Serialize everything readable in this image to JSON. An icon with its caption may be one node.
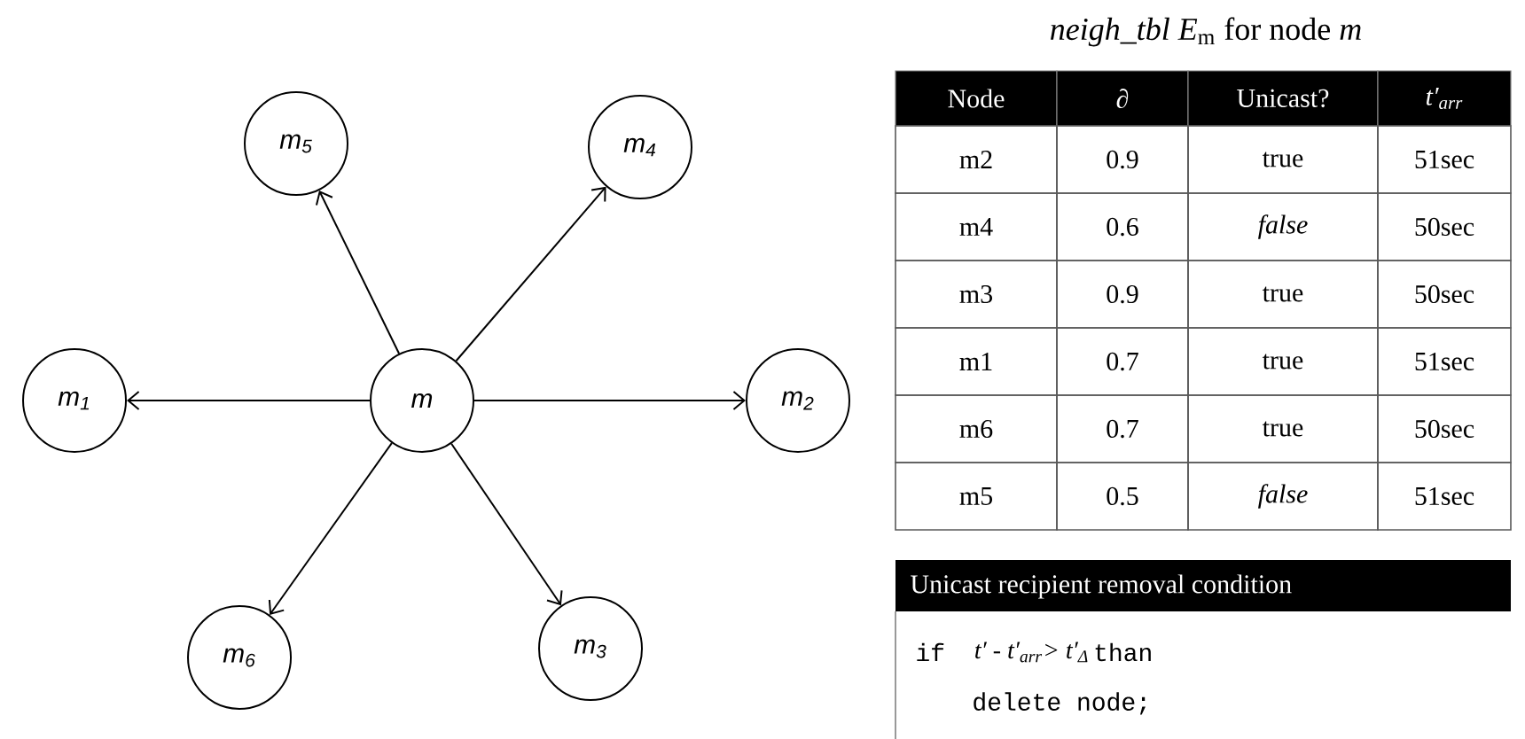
{
  "diagram": {
    "title": "*neigh_tbl E*$_{m}$ for node *m*",
    "nodes": [
      {
        "text": [
          "m$_{5}$"
        ]
      },
      {
        "text": [
          "m$_{4}$"
        ]
      },
      {
        "text": [
          "m$_{1}$"
        ]
      },
      {
        "text": [
          "m"
        ]
      },
      {
        "text": [
          "m$_{2}$"
        ]
      },
      {
        "text": [
          "m$_{6}$"
        ]
      },
      {
        "text": [
          "m$_{3}$"
        ]
      },
      {
        "text": [
          "Unicast recipient removal condition",
          "if",
          "t′ - t′$_{arr}$> t′$_{Δ}$",
          "than",
          "delete node;"
        ]
      }
    ],
    "edges": [
      {
        "from": 3,
        "to": 0,
        "arrow": "to"
      },
      {
        "from": 3,
        "to": 1,
        "arrow": "to"
      },
      {
        "from": 3,
        "to": 2,
        "arrow": "to"
      },
      {
        "from": 3,
        "to": 4,
        "arrow": "to"
      },
      {
        "from": 3,
        "to": 5,
        "arrow": "to"
      },
      {
        "from": 3,
        "to": 6,
        "arrow": "to"
      }
    ],
    "labels": [
      "Node",
      "∂",
      "Unicast?",
      "t′$_{arr}$",
      "m2",
      "0.9",
      "true",
      "51sec",
      "m4",
      "0.6",
      "*false*",
      "50sec",
      "m3",
      "0.9",
      "true",
      "50sec",
      "m1",
      "0.7",
      "true",
      "51sec",
      "m6",
      "0.7",
      "true",
      "50sec",
      "m5",
      "0.5",
      "*false*",
      "51sec"
    ]
  }
}
